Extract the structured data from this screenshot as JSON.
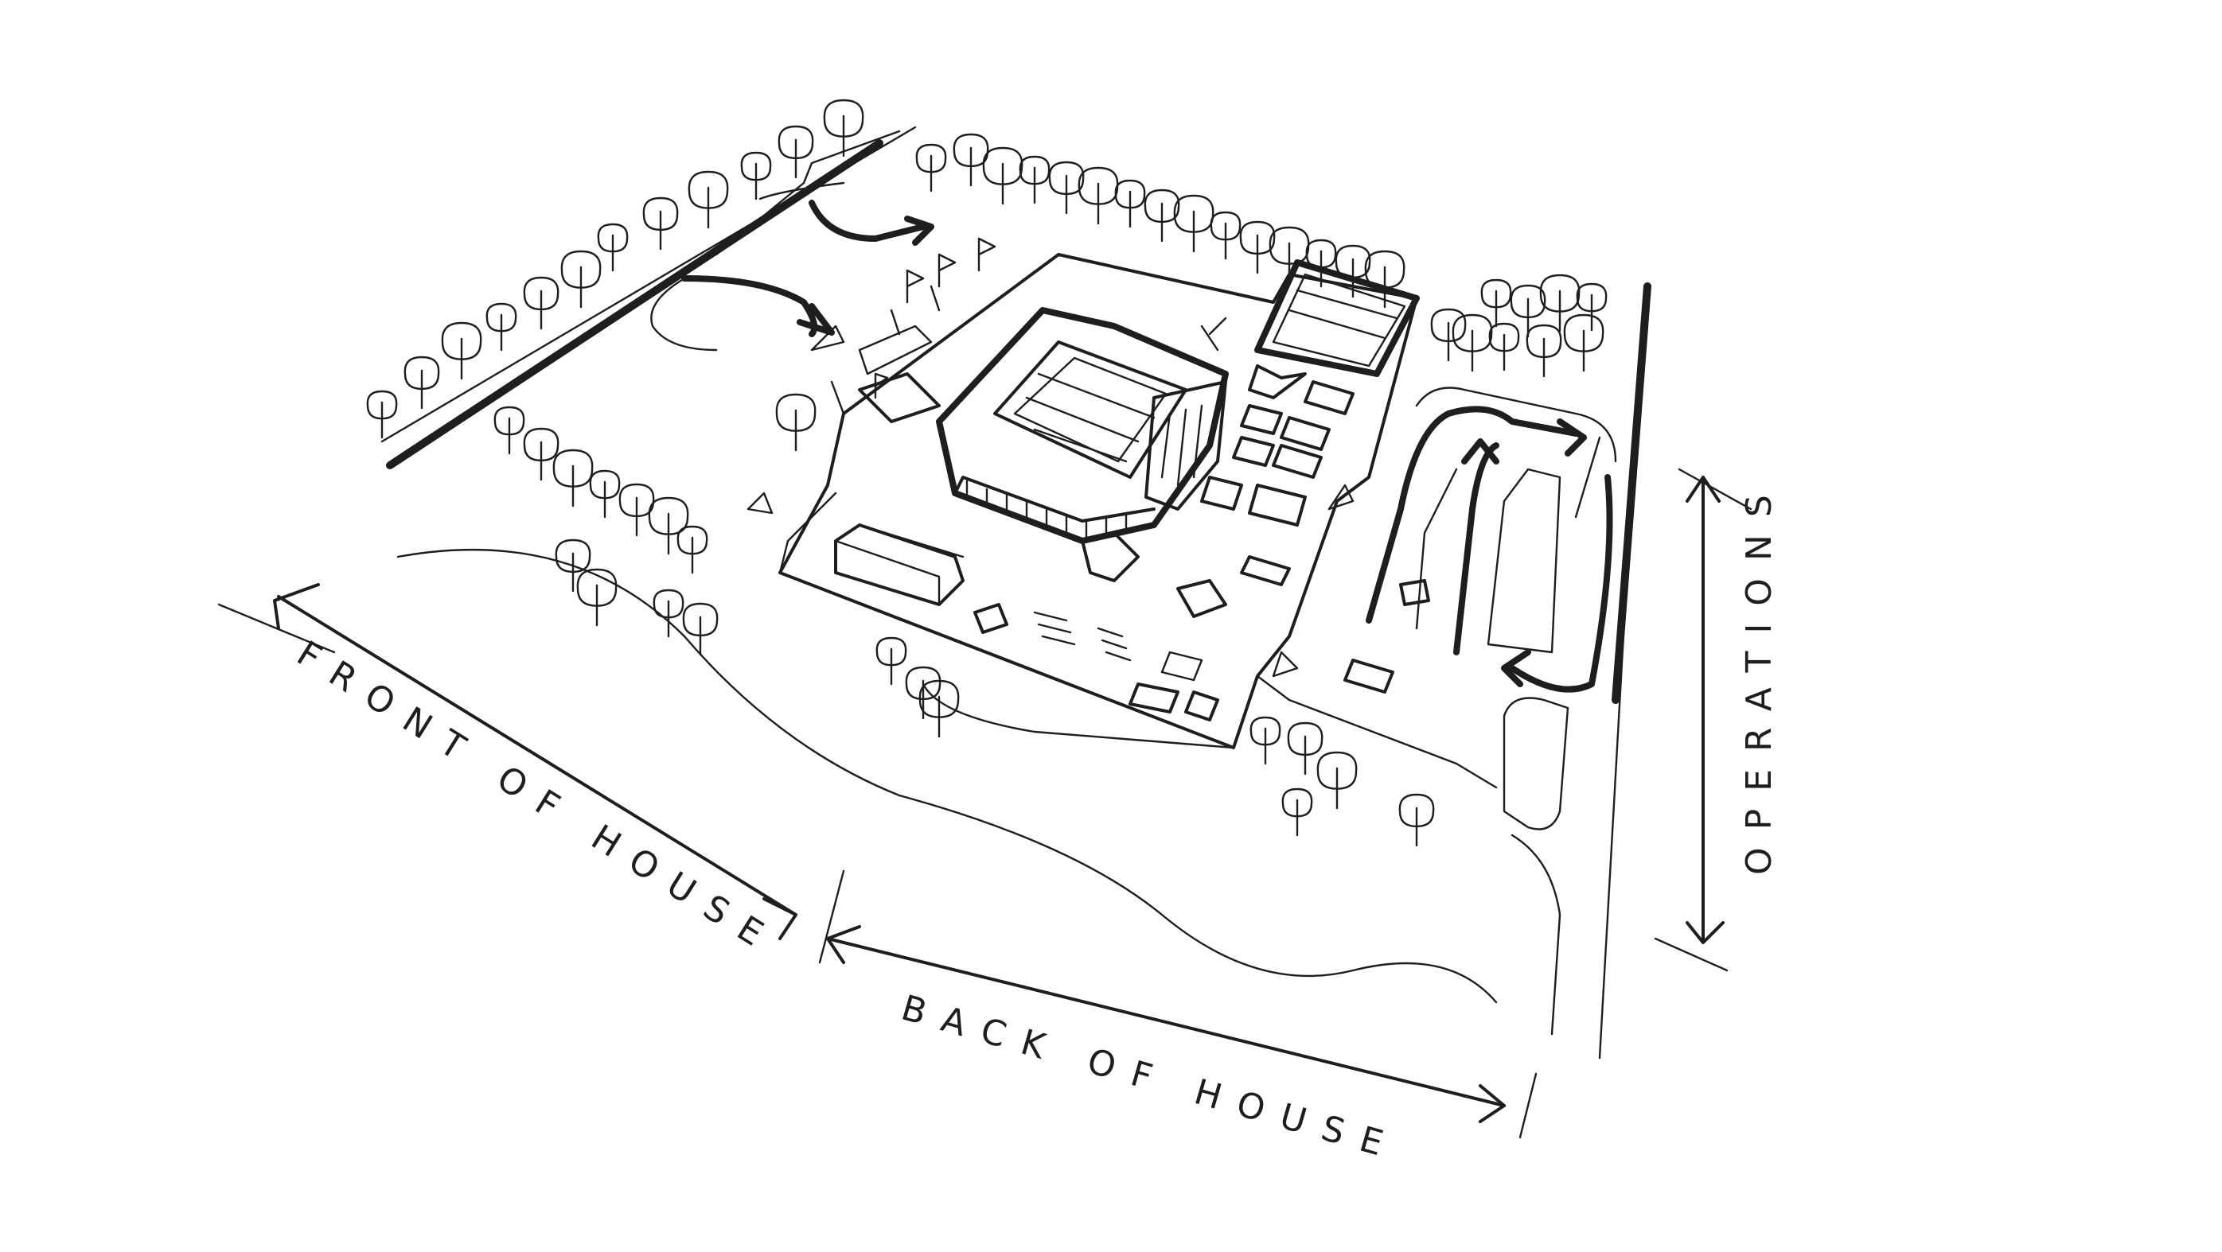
{
  "labels": {
    "front_of_house": "FRONT OF HOUSE",
    "back_of_house": "BACK OF HOUSE",
    "operations": "OPERATIONS"
  },
  "colors": {
    "ink": "#1e1e1e",
    "paper": "#ffffff"
  }
}
